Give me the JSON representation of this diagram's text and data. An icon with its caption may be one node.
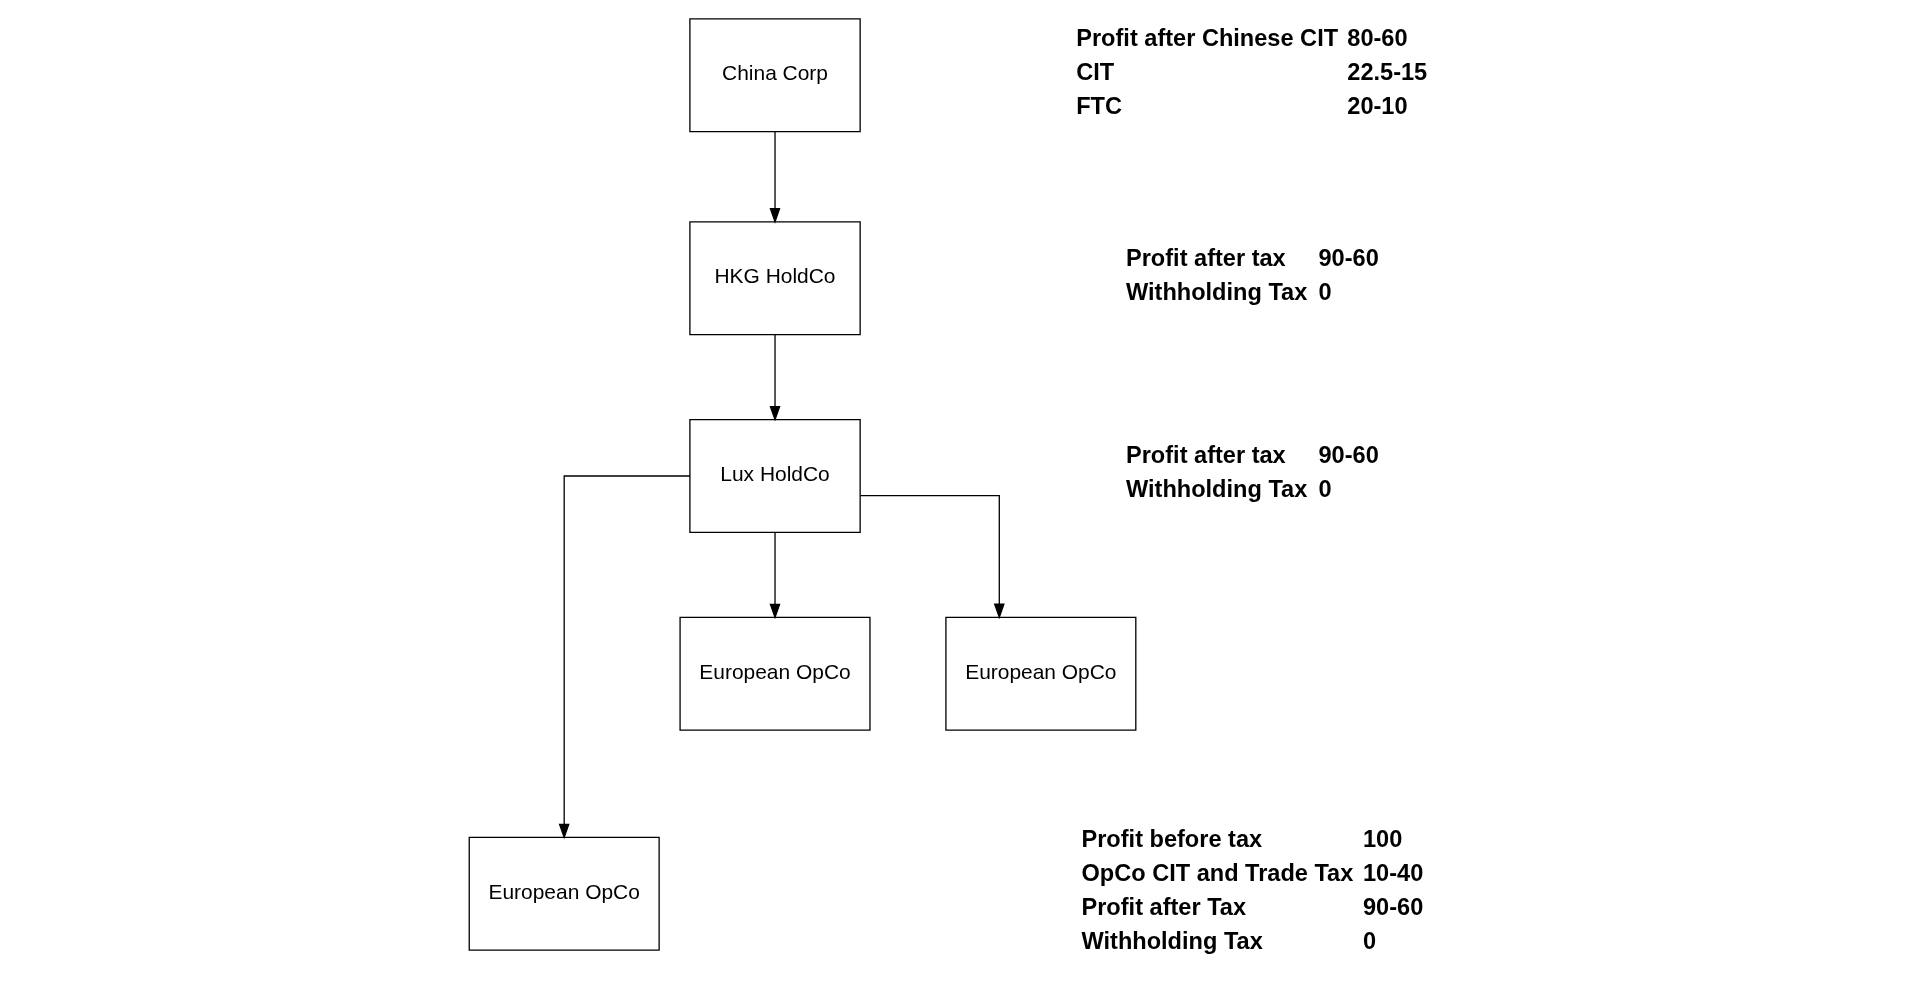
{
  "diagram": {
    "nodes": [
      {
        "text": [
          "China Corp"
        ]
      },
      {
        "text": [
          "HKG HoldCo"
        ]
      },
      {
        "text": [
          "Lux HoldCo"
        ]
      },
      {
        "text": [
          "European OpCo"
        ]
      },
      {
        "text": [
          "European OpCo"
        ]
      },
      {
        "text": [
          "European OpCo"
        ]
      }
    ],
    "edges": [
      {
        "from": 0,
        "to": 1,
        "arrow": "to"
      },
      {
        "from": 1,
        "to": 2,
        "arrow": "to"
      },
      {
        "from": 2,
        "to": 3,
        "arrow": "to"
      },
      {
        "from": 2,
        "to": 4,
        "arrow": "to"
      },
      {
        "from": 2,
        "to": 5,
        "arrow": "to"
      }
    ],
    "labels": [
      "Profit after Chinese CIT",
      "80-60",
      "CIT",
      "22.5-15",
      "FTC",
      "20-10",
      "Profit after tax",
      "90-60",
      "Withholding Tax",
      "0",
      "Profit after tax",
      "90-60",
      "Withholding Tax",
      "0",
      "Profit before tax",
      "100",
      "OpCo CIT and Trade Tax",
      "10-40",
      "Profit after Tax",
      "90-60",
      "Withholding Tax",
      "0"
    ]
  }
}
